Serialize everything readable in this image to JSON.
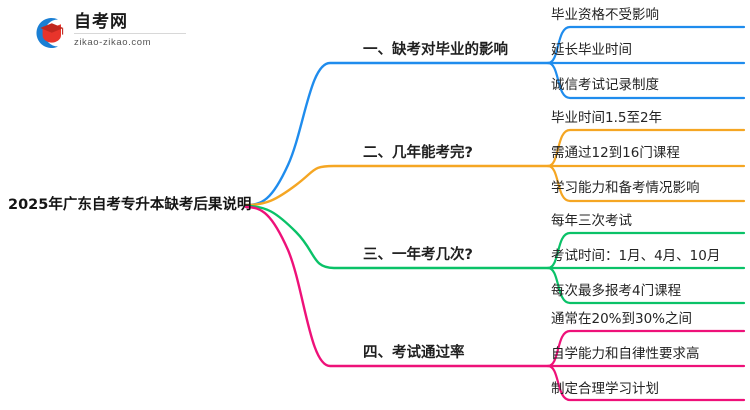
{
  "logo": {
    "title": "自考网",
    "url": "zikao-zikao.com",
    "mark_icon": "graduation-cap-logo-icon",
    "colors": {
      "ring": "#1a7fd4",
      "cap": "#e8342b",
      "cap_dark": "#c0271f"
    }
  },
  "mindmap": {
    "root": {
      "label": "2025年广东自考专升本缺考后果说明"
    },
    "branches": [
      {
        "index": "1",
        "label": "一、缺考对毕业的影响",
        "color": "#1f8ced",
        "children": [
          {
            "label": "毕业资格不受影响"
          },
          {
            "label": "延长毕业时间"
          },
          {
            "label": "诚信考试记录制度"
          }
        ]
      },
      {
        "index": "2",
        "label": "二、几年能考完?",
        "color": "#f5a623",
        "children": [
          {
            "label": "毕业时间1.5至2年"
          },
          {
            "label": "需通过12到16门课程"
          },
          {
            "label": "学习能力和备考情况影响"
          }
        ]
      },
      {
        "index": "3",
        "label": "三、一年考几次?",
        "color": "#0ac268",
        "children": [
          {
            "label": "每年三次考试"
          },
          {
            "label": "考试时间：1月、4月、10月"
          },
          {
            "label": "每次最多报考4门课程"
          }
        ]
      },
      {
        "index": "4",
        "label": "四、考试通过率",
        "color": "#ee1179",
        "children": [
          {
            "label": "通常在20%到30%之间"
          },
          {
            "label": "自学能力和自律性要求高"
          },
          {
            "label": "制定合理学习计划"
          }
        ]
      }
    ]
  }
}
